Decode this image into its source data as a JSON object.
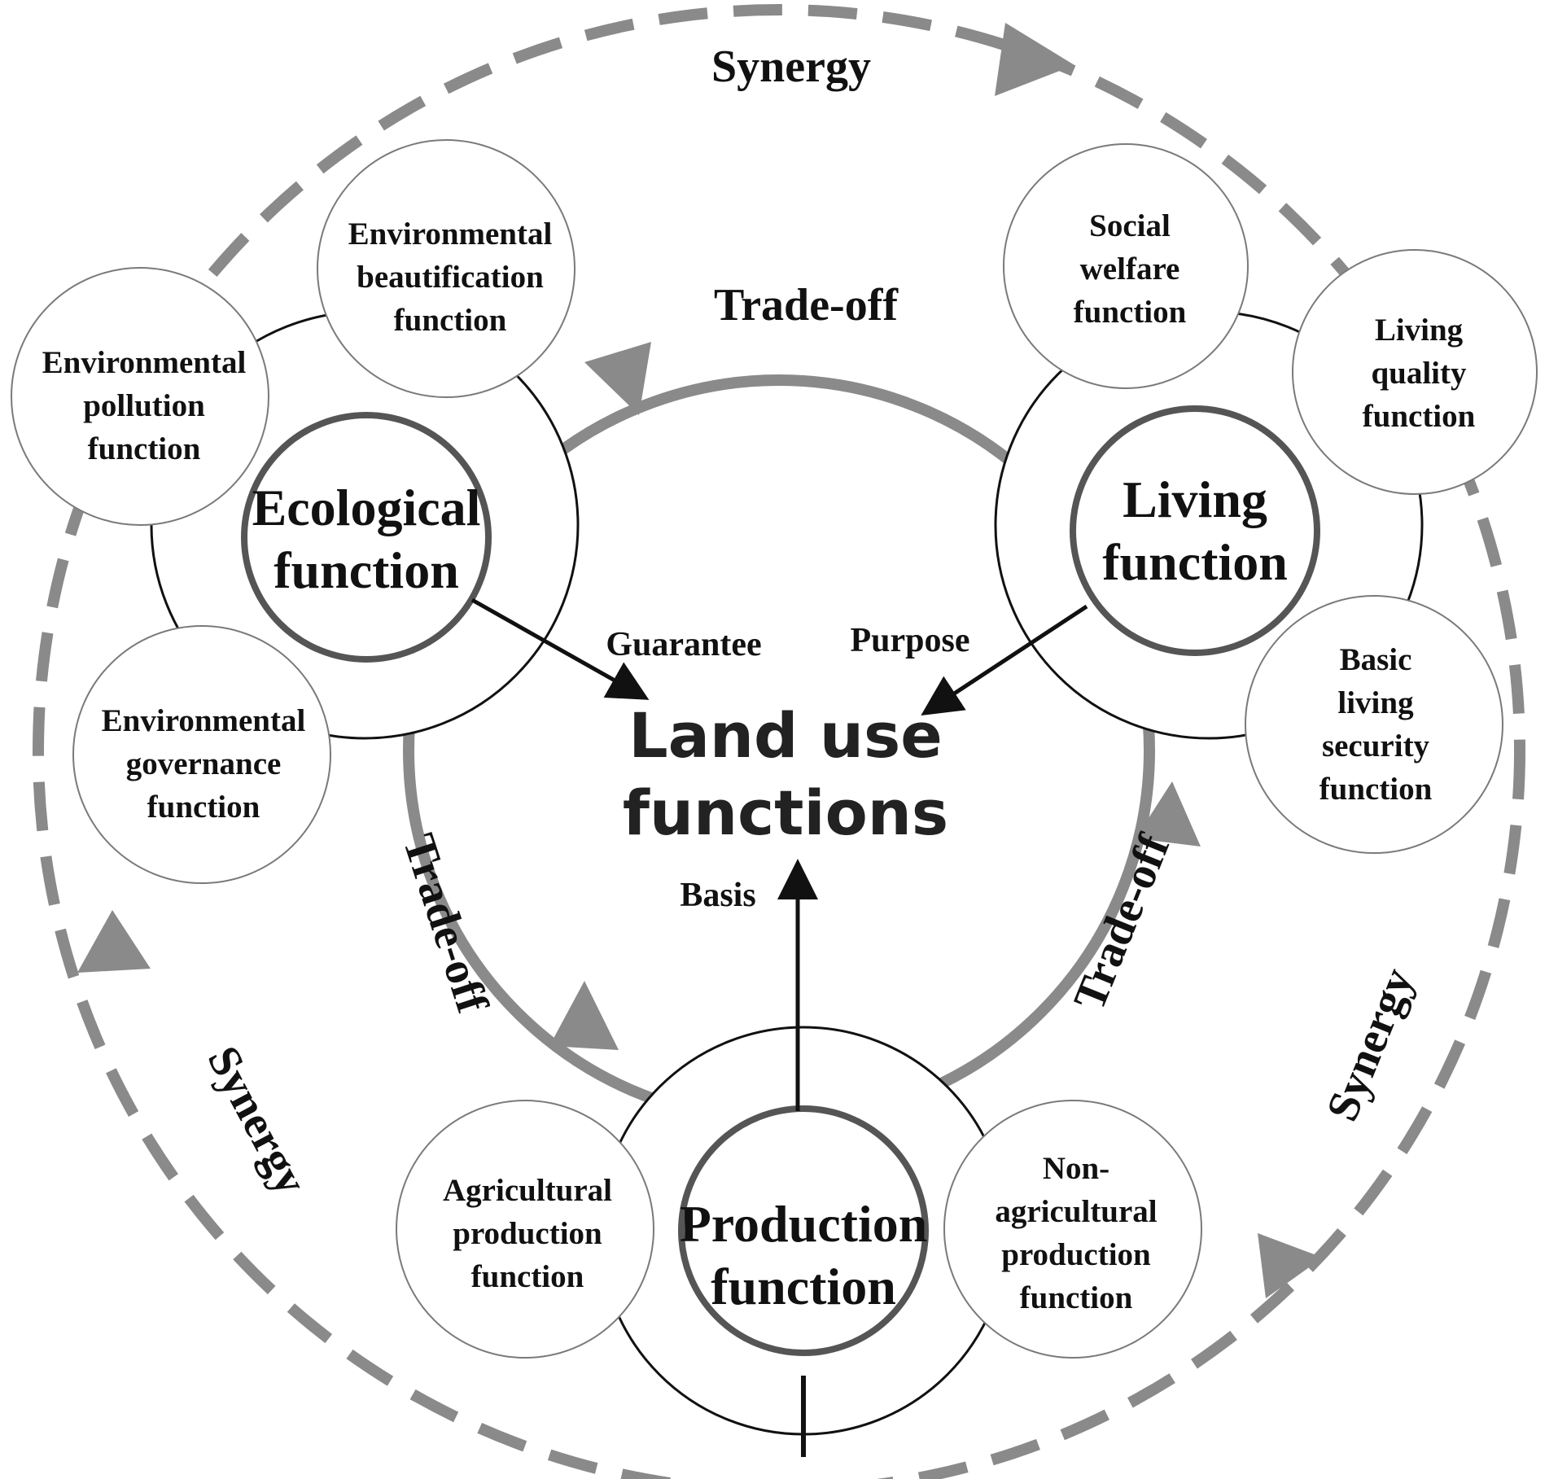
{
  "center": {
    "line1": "Land use",
    "line2": "functions"
  },
  "main_functions": {
    "ecological": {
      "line1": "Ecological",
      "line2": "function"
    },
    "living": {
      "line1": "Living",
      "line2": "function"
    },
    "production": {
      "line1": "Production",
      "line2": "function"
    }
  },
  "sub_functions": {
    "env_beautification": [
      "Environmental",
      "beautification",
      "function"
    ],
    "env_pollution": [
      "Environmental",
      "pollution",
      "function"
    ],
    "env_governance": [
      "Environmental",
      "governance",
      "function"
    ],
    "social_welfare": [
      "Social",
      "welfare",
      "function"
    ],
    "living_quality": [
      "Living",
      "quality",
      "function"
    ],
    "basic_living_security": [
      "Basic",
      "living",
      "security",
      "function"
    ],
    "agricultural_production": [
      "Agricultural",
      "production",
      "function"
    ],
    "non_agricultural_production": [
      "Non-",
      "agricultural",
      "production",
      "function"
    ]
  },
  "relations": {
    "synergy_top": "Synergy",
    "synergy_left": "Synergy",
    "synergy_right": "Synergy",
    "tradeoff_top": "Trade-off",
    "tradeoff_left": "Trade-off",
    "tradeoff_right": "Trade-off"
  },
  "arrows": {
    "guarantee": "Guarantee",
    "purpose": "Purpose",
    "basis": "Basis"
  },
  "colors": {
    "gray_ring": "#8a8a8a",
    "main_circle_border": "#555555",
    "thin_border": "#111111",
    "sub_circle_border": "#7a7a7a"
  }
}
